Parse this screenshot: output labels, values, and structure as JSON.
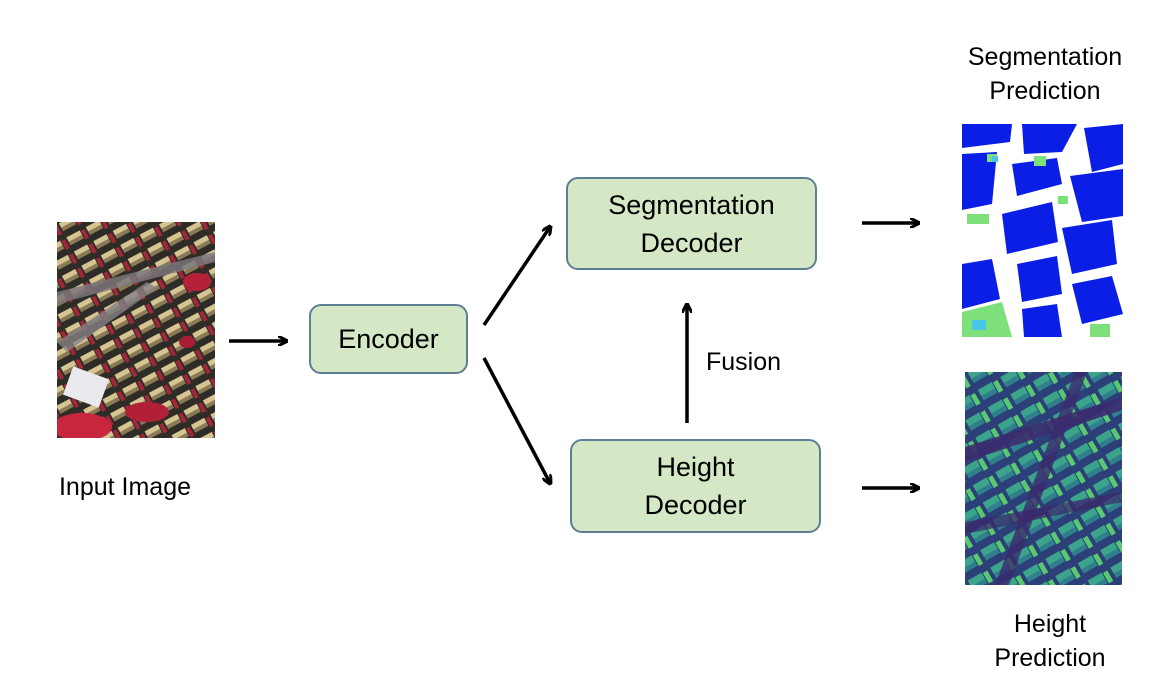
{
  "input": {
    "caption": "Input Image"
  },
  "encoder": {
    "label": "Encoder"
  },
  "seg_decoder": {
    "line1": "Segmentation",
    "line2": "Decoder"
  },
  "height_decoder": {
    "line1": "Height",
    "line2": "Decoder"
  },
  "fusion": {
    "label": "Fusion"
  },
  "seg_prediction": {
    "line1": "Segmentation",
    "line2": "Prediction"
  },
  "height_prediction": {
    "line1": "Height",
    "line2": "Prediction"
  },
  "colors": {
    "box_fill": "#d5e8c6",
    "box_border": "#5e7f93",
    "seg_building": "#0a1ee6",
    "seg_vegetation": "#7ee07a",
    "seg_background": "#ffffff",
    "height_low": "#3b2a6e",
    "height_high": "#4fc47a"
  }
}
